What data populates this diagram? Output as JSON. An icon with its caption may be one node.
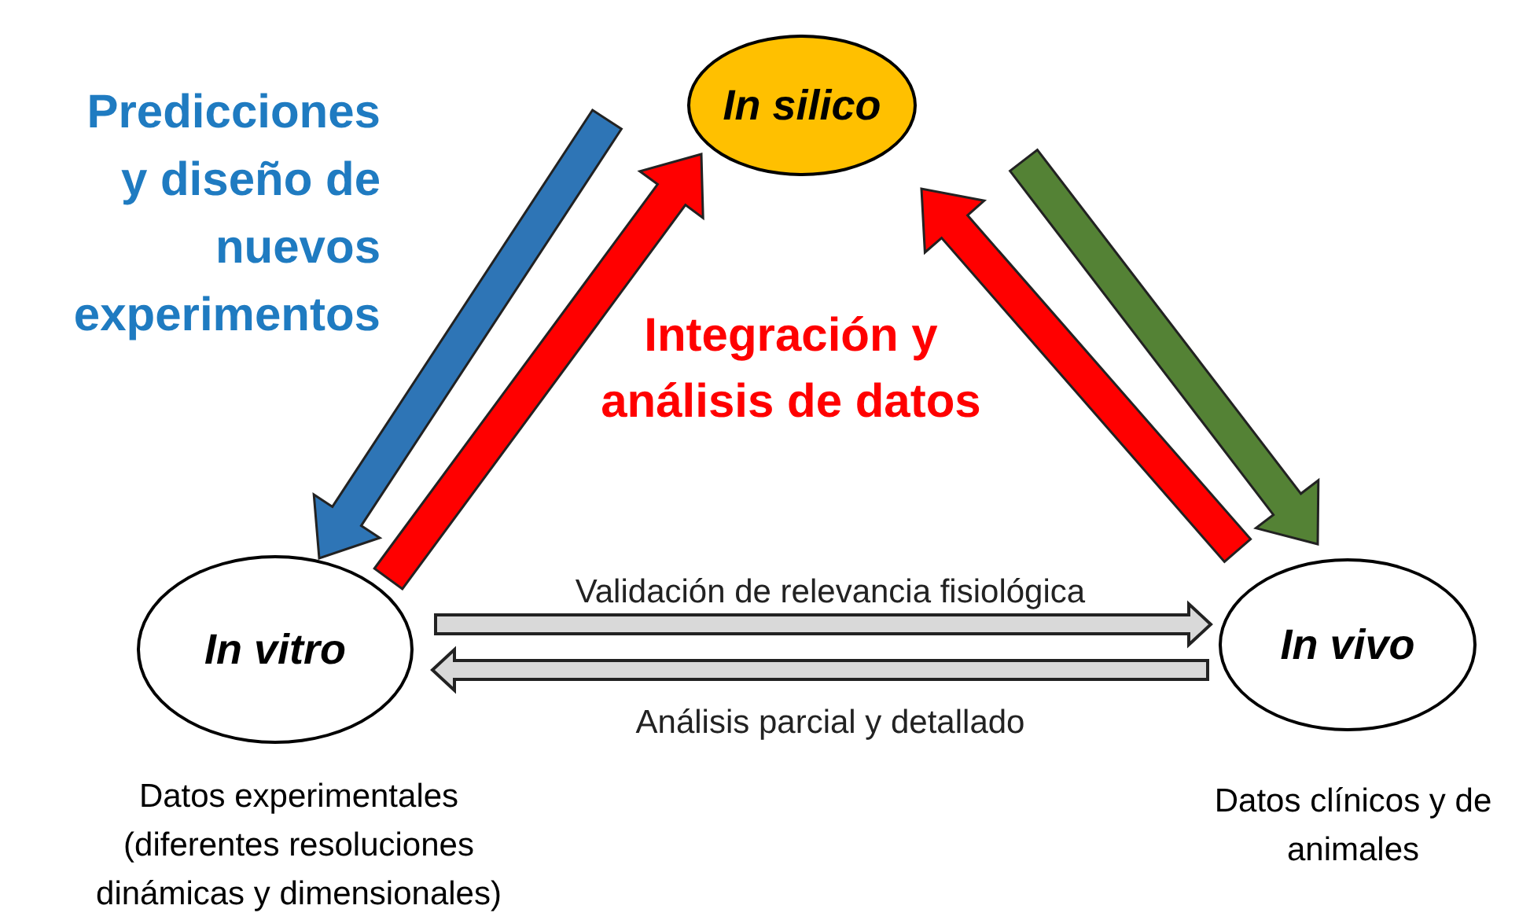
{
  "diagram": {
    "nodes": [
      {
        "text": [
          "In silico"
        ]
      },
      {
        "text": [
          "In vitro"
        ],
        "beside": [
          "Datos experimentales (diferentes resoluciones dinámicas y dimensionales)"
        ]
      },
      {
        "text": [
          "In vivo"
        ],
        "beside": [
          "Datos clínicos y de animales"
        ]
      }
    ],
    "edges": [
      {
        "from": 0,
        "to": 1,
        "arrow": "to",
        "style": "thick",
        "color": "#2e75b6"
      },
      {
        "from": 1,
        "to": 0,
        "arrow": "to",
        "style": "thick",
        "color": "#ff0000"
      },
      {
        "from": 2,
        "to": 0,
        "arrow": "to",
        "style": "thick",
        "color": "#ff0000"
      },
      {
        "from": 0,
        "to": 2,
        "arrow": "to",
        "style": "thick",
        "color": "#548235"
      },
      {
        "from": 1,
        "to": 2,
        "arrow": "to",
        "label": "Validación de relevancia fisiológica",
        "color": "#d9d9d9"
      },
      {
        "from": 2,
        "to": 1,
        "arrow": "to",
        "label": "Análisis parcial y detallado",
        "color": "#d9d9d9"
      }
    ],
    "labels": [
      "Predicciones y diseño de nuevos experimentos",
      "Integración y análisis de datos"
    ]
  }
}
